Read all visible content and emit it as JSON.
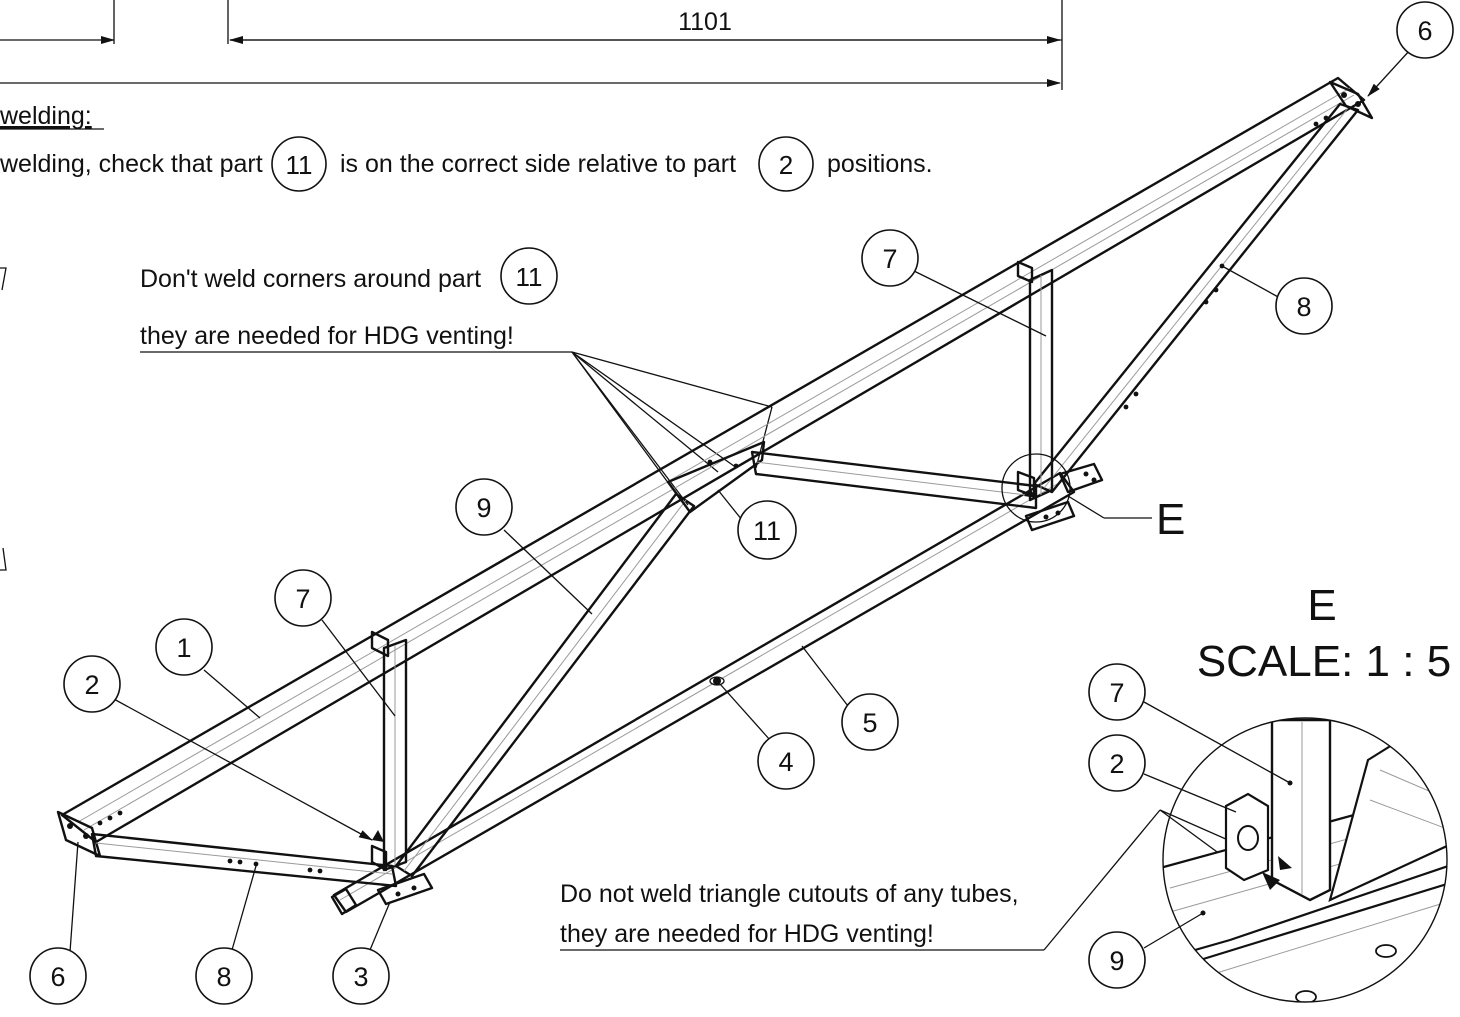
{
  "dimension": {
    "value": "1101"
  },
  "notes": {
    "header": "welding:",
    "line_prefix": "welding, check that part",
    "line_part_a": "11",
    "line_middle": "is on the correct side relative to part",
    "line_part_b": "2",
    "line_suffix": "positions."
  },
  "corner_note": {
    "line1": "Don't weld corners around part",
    "part": "11",
    "line2": "they are needed for HDG venting!"
  },
  "cutout_note": {
    "line1": "Do not weld triangle cutouts of any tubes,",
    "line2": "they are needed for HDG venting!"
  },
  "detail": {
    "letter": "E",
    "title": "E",
    "scale": "SCALE: 1 : 5"
  },
  "balloons": {
    "b6_top": "6",
    "b7_top": "7",
    "b8_right": "8",
    "b9": "9",
    "b11": "11",
    "b7_left": "7",
    "b1": "1",
    "b2": "2",
    "b5": "5",
    "b4": "4",
    "b6_bottom": "6",
    "b8_bottom": "8",
    "b3": "3",
    "d7": "7",
    "d2": "2",
    "d9": "9"
  }
}
